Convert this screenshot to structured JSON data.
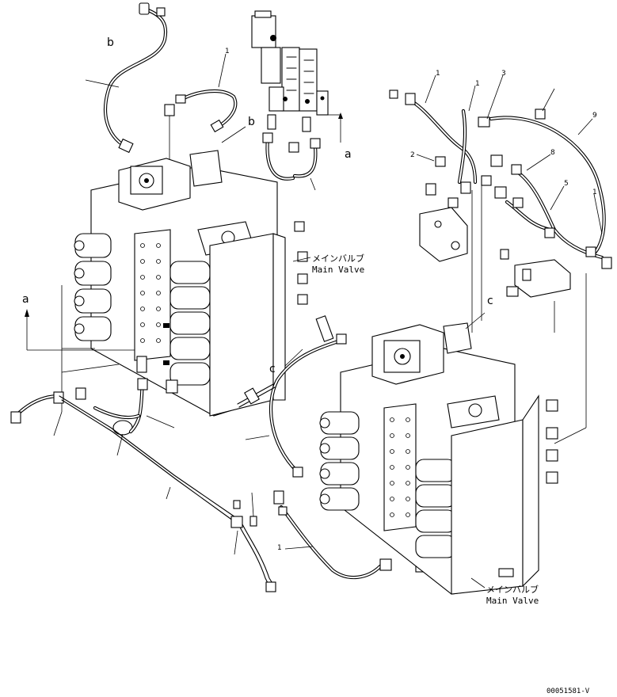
{
  "labels": {
    "main_valve_jp_left": "メインバルブ",
    "main_valve_en_left": "Main Valve",
    "main_valve_jp_right": "メインバルブ",
    "main_valve_en_right": "Main Valve",
    "ref_a_top": "a",
    "ref_a_left": "a",
    "ref_b_top": "b",
    "ref_b_mid": "b",
    "ref_c_left": "c",
    "ref_c_right": "c"
  },
  "part_numbers": {
    "n1_top": "1",
    "n1_right_a": "1",
    "n3_right": "3",
    "n1_right_b": "1",
    "n2_right": "2",
    "n9_right": "9",
    "n8_right": "8",
    "n5_right": "5",
    "n1_right_c": "1",
    "n1_bottom": "1"
  },
  "drawing_code": "00051581-V"
}
